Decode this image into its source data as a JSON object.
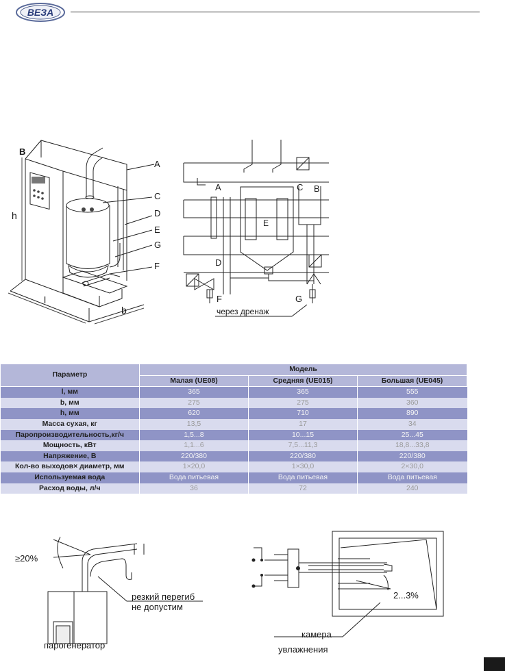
{
  "header": {
    "brand": "ВЕЗА"
  },
  "figure1": {
    "left_labels": {
      "B": "B",
      "h": "h",
      "l": "l",
      "b": "b",
      "A": "A",
      "C": "C",
      "D": "D",
      "E": "E",
      "G": "G",
      "F": "F"
    },
    "scheme_labels": {
      "A": "A",
      "C": "C",
      "B": "B",
      "E": "E",
      "D": "D",
      "F": "F",
      "G": "G"
    },
    "drain_label": "через дренаж"
  },
  "table": {
    "param_header": "Параметр",
    "model_header": "Модель",
    "models": [
      "Малая (UE08)",
      "Средняя (UE015)",
      "Большая (UE045)"
    ],
    "rows": [
      {
        "param": "l, мм",
        "values": [
          "365",
          "365",
          "555"
        ]
      },
      {
        "param": "b, мм",
        "values": [
          "275",
          "275",
          "360"
        ]
      },
      {
        "param": "h, мм",
        "values": [
          "620",
          "710",
          "890"
        ]
      },
      {
        "param": "Масса сухая, кг",
        "values": [
          "13,5",
          "17",
          "34"
        ]
      },
      {
        "param": "Паропроизводительность,кг/ч",
        "values": [
          "1,5...8",
          "10...15",
          "25...45"
        ]
      },
      {
        "param": "Мощность, кВт",
        "values": [
          "1,1...6",
          "7,5...11,3",
          "18,8...33,8"
        ]
      },
      {
        "param": "Напряжение, В",
        "values": [
          "220/380",
          "220/380",
          "220/380"
        ]
      },
      {
        "param": "Кол-во выходов× диаметр, мм",
        "values": [
          "1×20,0",
          "1×30,0",
          "2×30,0"
        ]
      },
      {
        "param": "Используемая вода",
        "values": [
          "Вода питьевая",
          "Вода питьевая",
          "Вода питьевая"
        ]
      },
      {
        "param": "Расход воды, л/ч",
        "values": [
          "36",
          "72",
          "240"
        ]
      }
    ]
  },
  "figure2": {
    "slope_left": "≥20%",
    "sharp_bend": [
      "резкий перегиб",
      "не допустим"
    ],
    "generator": "парогенератор",
    "chamber": [
      "камера",
      "увлажнения"
    ],
    "slope_right": "2...3%"
  }
}
